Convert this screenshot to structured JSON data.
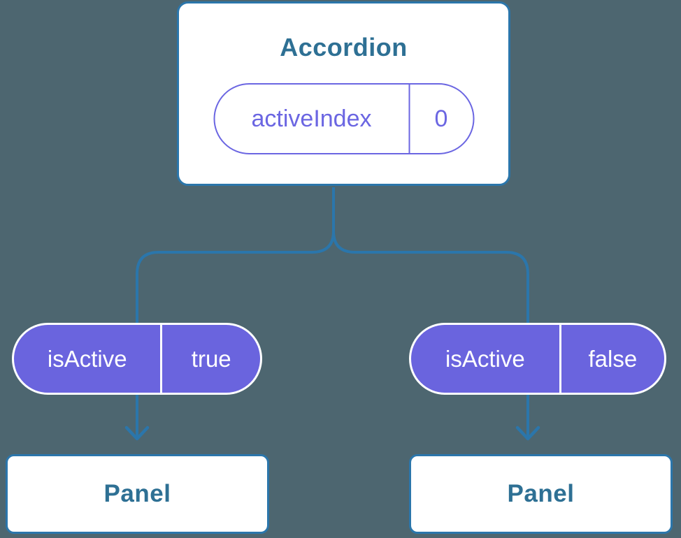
{
  "colors": {
    "background": "#4d6670",
    "connector_blue": "#2b76ab",
    "card_text_blue": "#2e7094",
    "pill_purple_fill": "#6a64de",
    "prop_outline_purple": "#6b66e2",
    "card_white": "#ffffff"
  },
  "root_card": {
    "title": "Accordion",
    "prop": {
      "name": "activeIndex",
      "value": "0"
    }
  },
  "branches": {
    "left": {
      "prop": {
        "name": "isActive",
        "value": "true"
      },
      "card_title": "Panel"
    },
    "right": {
      "prop": {
        "name": "isActive",
        "value": "false"
      },
      "card_title": "Panel"
    }
  }
}
